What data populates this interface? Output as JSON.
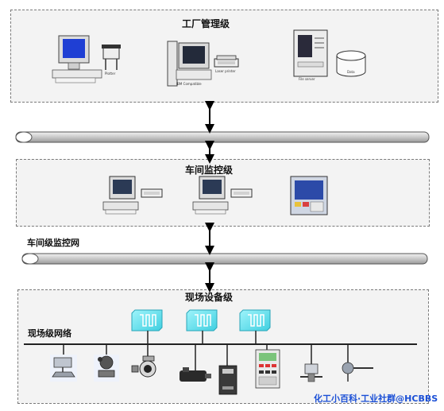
{
  "levels": {
    "factory": {
      "title": "工厂管理级"
    },
    "workshop": {
      "title": "车间监控级"
    },
    "field": {
      "title": "现场设备级"
    }
  },
  "networks": {
    "workshop_net": {
      "label": "车间级监控网"
    },
    "field_net": {
      "label": "现场级网络"
    }
  },
  "devices": {
    "ibm_pc": {
      "caption": "IBM Compatible"
    },
    "plotter": {
      "caption": "Plotter"
    },
    "printer": {
      "caption": "Laser printer"
    },
    "file_server": {
      "caption": "File server"
    },
    "database": {
      "caption": "Data"
    }
  },
  "watermark": {
    "text": "化工小百科·工业社群@HCBBS"
  },
  "colors": {
    "accent_cyan": "#5fe3f0",
    "bus_gray": "#d0d0d0",
    "watermark_blue": "#1a4fd6"
  }
}
